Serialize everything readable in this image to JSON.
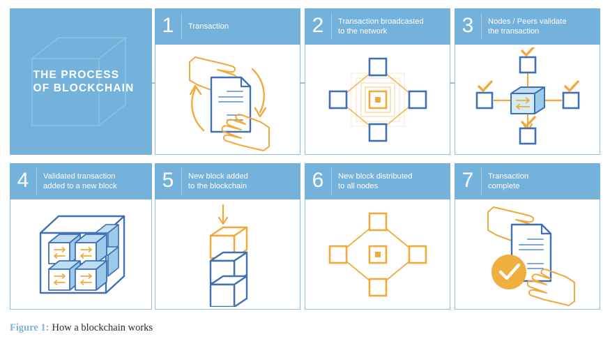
{
  "figure": {
    "title_block": {
      "line1": "THE PROCESS",
      "line2": "OF BLOCKCHAIN",
      "icon": "wireframe-cube-icon",
      "background_color": "#74b2dc"
    },
    "caption": {
      "label": "Figure 1:",
      "text": "How a blockchain works",
      "label_color": "#7fb3d8",
      "text_color": "#2b2b2b"
    },
    "colors": {
      "header_blue": "#74b2dc",
      "border_blue": "#8fc0e3",
      "stroke_blue": "#3f6fb5",
      "fill_blue": "#bcdcf2",
      "orange": "#f2a93b",
      "white": "#ffffff"
    },
    "steps": [
      {
        "number": "1",
        "title": "Transaction",
        "icon": "document-exchange-hands-icon"
      },
      {
        "number": "2",
        "title": "Transaction broadcasted\nto the network",
        "icon": "network-broadcast-icon"
      },
      {
        "number": "3",
        "title": "Nodes / Peers validate\nthe transaction",
        "icon": "nodes-validate-cube-icon"
      },
      {
        "number": "4",
        "title": "Validated transaction\nadded to a new block",
        "icon": "block-grid-cube-icon"
      },
      {
        "number": "5",
        "title": "New block added\nto the blockchain",
        "icon": "stacked-blocks-arrow-icon"
      },
      {
        "number": "6",
        "title": "New block distributed\nto all nodes",
        "icon": "network-distribute-icon"
      },
      {
        "number": "7",
        "title": "Transaction\ncomplete",
        "icon": "document-complete-check-icon"
      }
    ]
  }
}
